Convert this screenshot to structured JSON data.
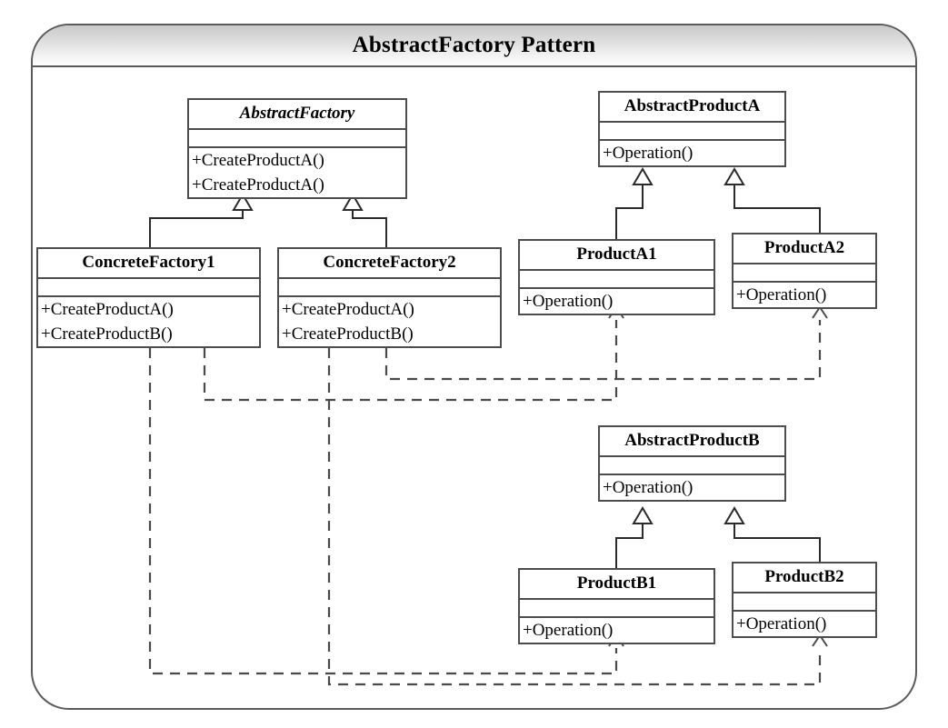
{
  "diagram": {
    "title": "AbstractFactory Pattern",
    "type": "uml-class-diagram",
    "classes": [
      {
        "id": "abstract-factory",
        "name": "AbstractFactory",
        "abstract": true,
        "attributes": [],
        "operations": [
          "+CreateProductA()",
          "+CreateProductA()"
        ]
      },
      {
        "id": "concrete-factory-1",
        "name": "ConcreteFactory1",
        "abstract": false,
        "attributes": [],
        "operations": [
          "+CreateProductA()",
          "+CreateProductB()"
        ]
      },
      {
        "id": "concrete-factory-2",
        "name": "ConcreteFactory2",
        "abstract": false,
        "attributes": [],
        "operations": [
          "+CreateProductA()",
          "+CreateProductB()"
        ]
      },
      {
        "id": "abstract-product-a",
        "name": "AbstractProductA",
        "abstract": false,
        "attributes": [],
        "operations": [
          "+Operation()"
        ]
      },
      {
        "id": "product-a1",
        "name": "ProductA1",
        "abstract": false,
        "attributes": [],
        "operations": [
          "+Operation()"
        ]
      },
      {
        "id": "product-a2",
        "name": "ProductA2",
        "abstract": false,
        "attributes": [],
        "operations": [
          "+Operation()"
        ]
      },
      {
        "id": "abstract-product-b",
        "name": "AbstractProductB",
        "abstract": false,
        "attributes": [],
        "operations": [
          "+Operation()"
        ]
      },
      {
        "id": "product-b1",
        "name": "ProductB1",
        "abstract": false,
        "attributes": [],
        "operations": [
          "+Operation()"
        ]
      },
      {
        "id": "product-b2",
        "name": "ProductB2",
        "abstract": false,
        "attributes": [],
        "operations": [
          "+Operation()"
        ]
      }
    ],
    "relationships": [
      {
        "type": "generalization",
        "from": "concrete-factory-1",
        "to": "abstract-factory"
      },
      {
        "type": "generalization",
        "from": "concrete-factory-2",
        "to": "abstract-factory"
      },
      {
        "type": "generalization",
        "from": "product-a1",
        "to": "abstract-product-a"
      },
      {
        "type": "generalization",
        "from": "product-a2",
        "to": "abstract-product-a"
      },
      {
        "type": "generalization",
        "from": "product-b1",
        "to": "abstract-product-b"
      },
      {
        "type": "generalization",
        "from": "product-b2",
        "to": "abstract-product-b"
      },
      {
        "type": "dependency",
        "from": "concrete-factory-1",
        "to": "product-a1"
      },
      {
        "type": "dependency",
        "from": "concrete-factory-1",
        "to": "product-b1"
      },
      {
        "type": "dependency",
        "from": "concrete-factory-2",
        "to": "product-a2"
      },
      {
        "type": "dependency",
        "from": "concrete-factory-2",
        "to": "product-b2"
      }
    ],
    "colors": {
      "frame_border": "#5b5b5b",
      "class_border": "#4d4d4d",
      "line": "#2b2b2b",
      "dashed_line": "#4a4a4a",
      "title_gradient_start": "#c9c9c9",
      "title_gradient_end": "#fdfdfd",
      "background": "#ffffff"
    }
  }
}
